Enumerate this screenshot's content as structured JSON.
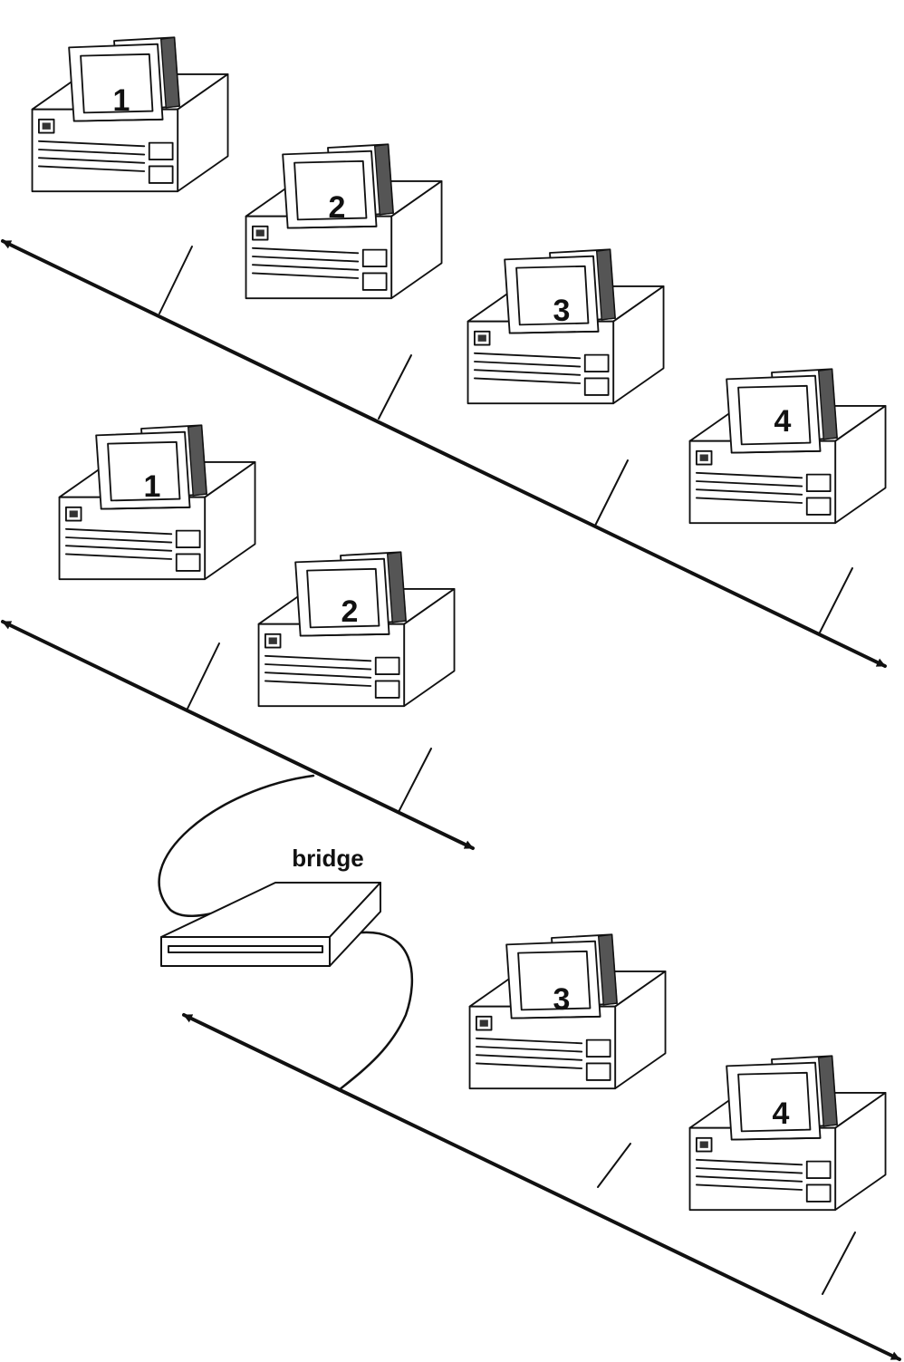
{
  "computers": [
    {
      "number": "1"
    },
    {
      "number": "2"
    },
    {
      "number": "3"
    },
    {
      "number": "4"
    }
  ],
  "bridge": {
    "label": "bridge"
  }
}
